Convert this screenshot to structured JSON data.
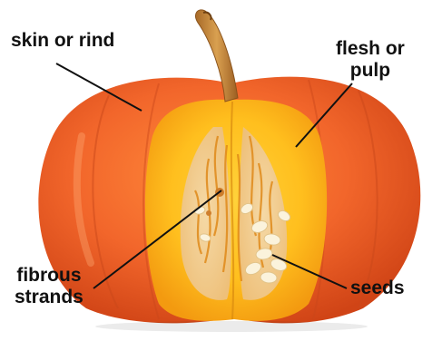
{
  "labels": {
    "skin": "skin or rind",
    "flesh": [
      "flesh or",
      "pulp"
    ],
    "fibrous": [
      "fibrous",
      "strands"
    ],
    "seeds": "seeds"
  }
}
